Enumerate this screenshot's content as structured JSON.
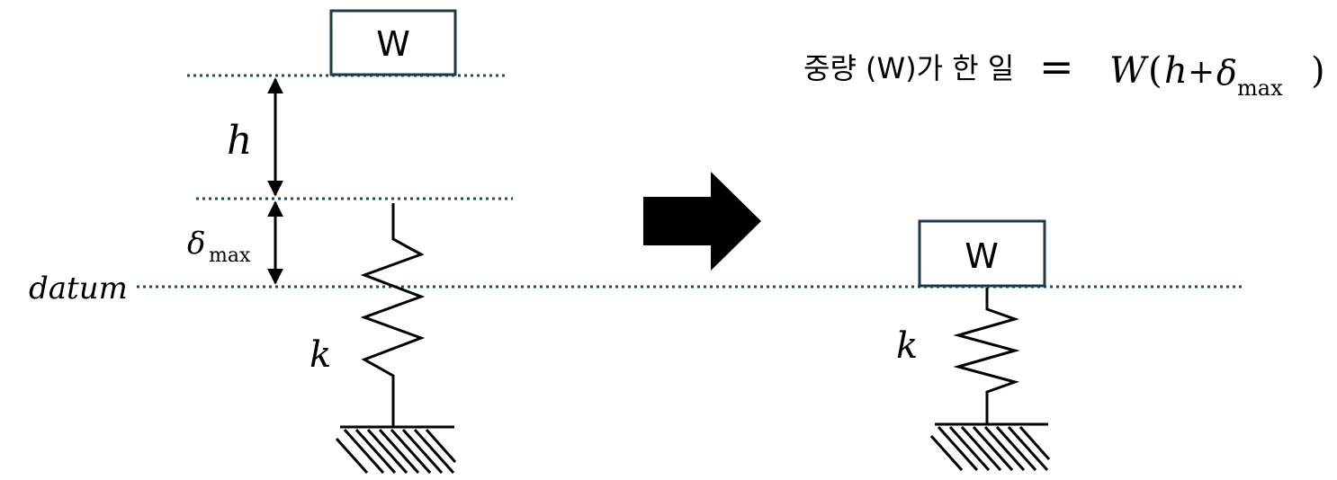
{
  "left_figure": {
    "weight_label": "W",
    "height_symbol": "h",
    "deflection_symbol": "δ",
    "deflection_subscript": "max",
    "datum_label": "datum",
    "spring_label": "k"
  },
  "right_figure": {
    "weight_label": "W",
    "spring_label": "k"
  },
  "equation": {
    "text_prefix": "중량 (W)가 한 일",
    "equals": "=",
    "rhs_W": "W",
    "rhs_open": "(",
    "rhs_h": "h",
    "rhs_plus": "+",
    "rhs_delta": "δ",
    "rhs_sub": "max",
    "rhs_close": ")"
  },
  "colors": {
    "dotted_line": "#1f4e5f",
    "box_border": "#1d3b47",
    "ink": "#000000"
  }
}
